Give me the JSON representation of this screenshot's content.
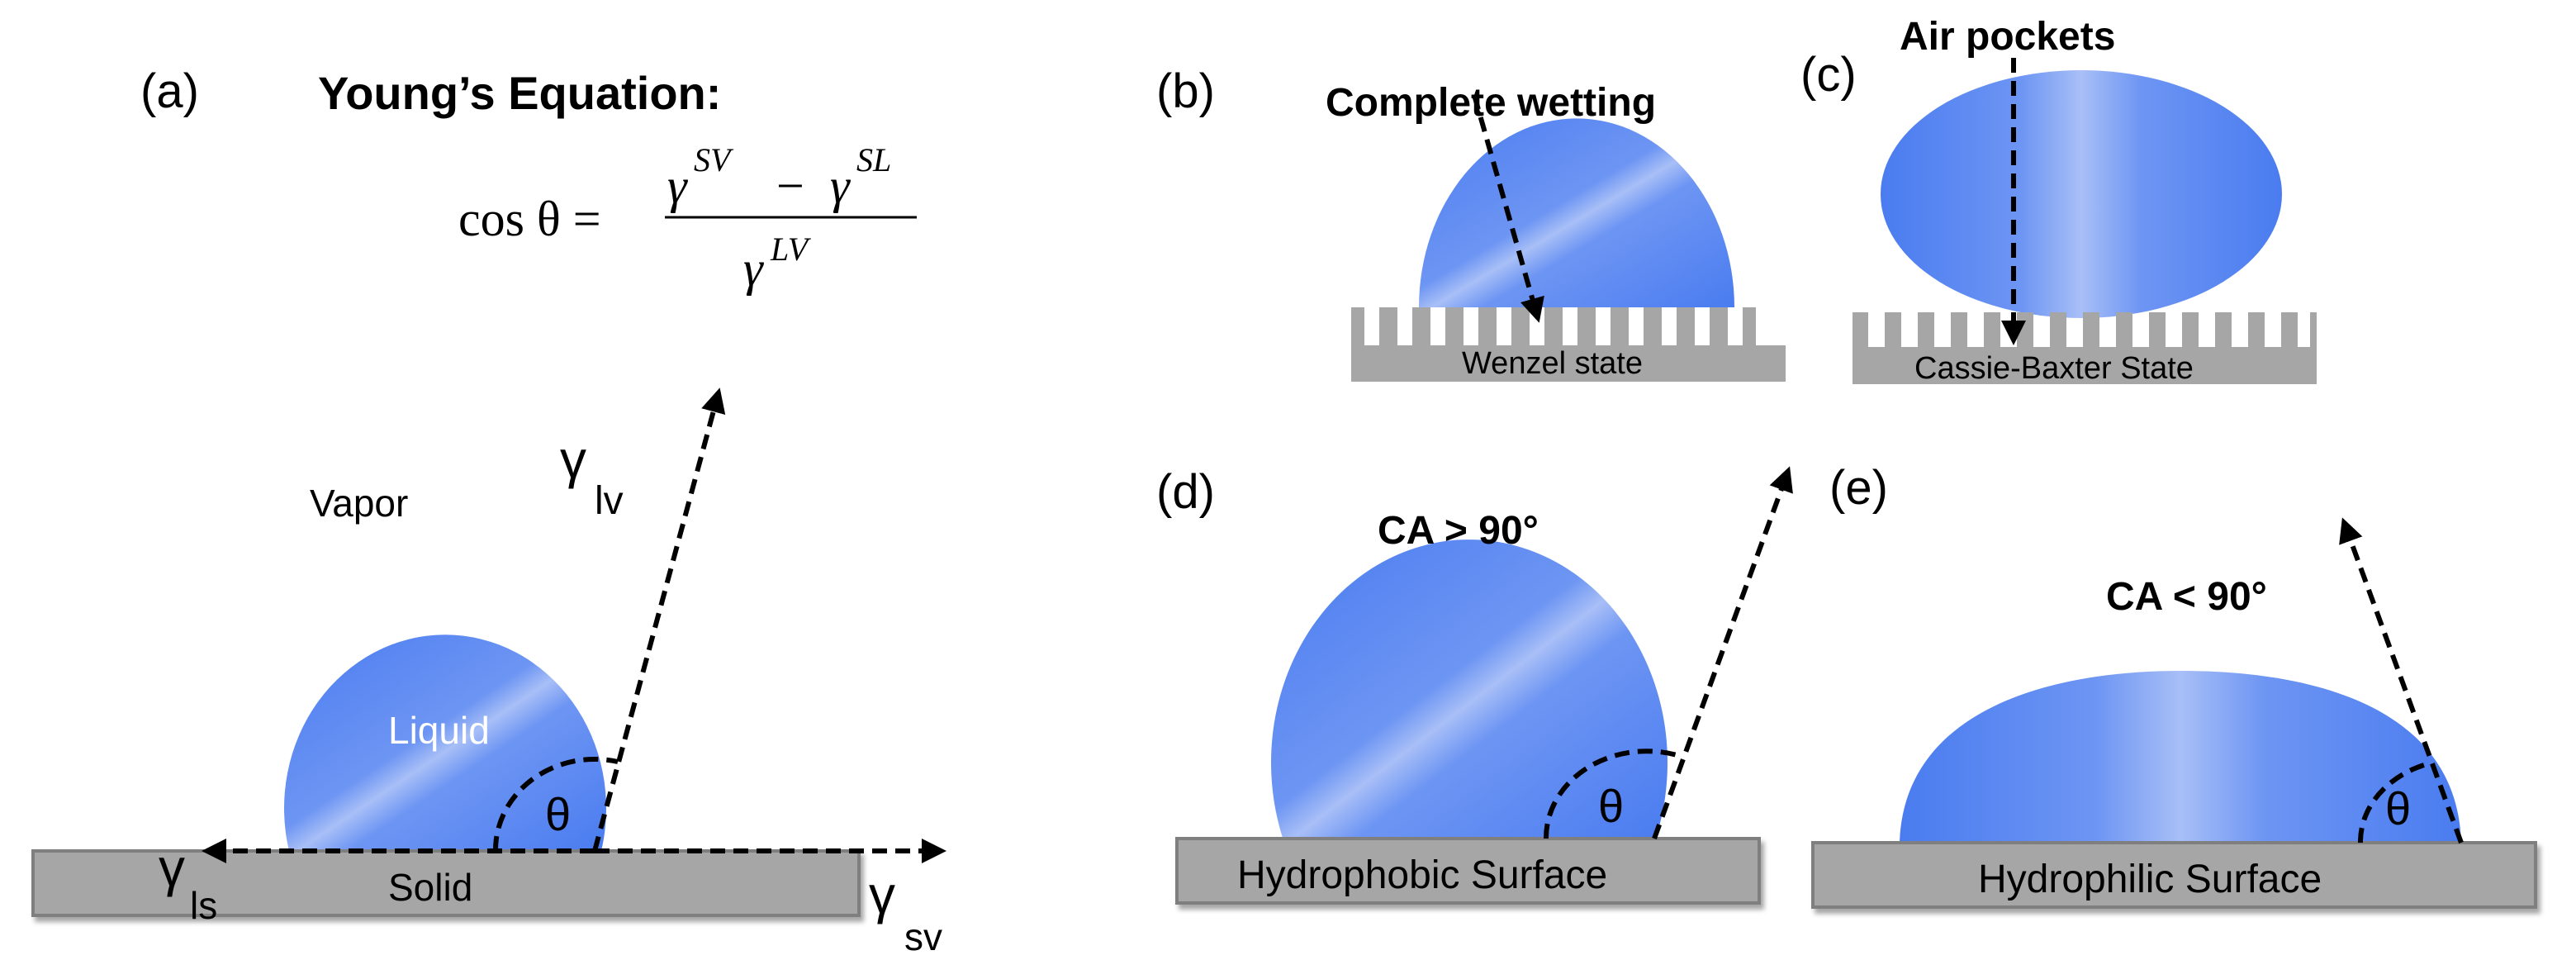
{
  "colors": {
    "drop_dark": "#4a7cf0",
    "drop_light": "#9fb8f6",
    "surface_fill": "#a6a6a6",
    "surface_stroke": "#7f7f7f",
    "dash": "#000000"
  },
  "panel_a": {
    "label": "(a)",
    "title": "Young’s Equation:",
    "equation": {
      "lhs": "cos θ =",
      "gamma": "γ",
      "sv": "SV",
      "minus": "−",
      "sl": "SL",
      "lv": "LV"
    },
    "vapor_label": "Vapor",
    "liquid_label": "Liquid",
    "solid_label": "Solid",
    "theta": "θ",
    "gamma_lv": {
      "symbol": "γ",
      "sub": "lv"
    },
    "gamma_ls": {
      "symbol": "γ",
      "sub": "ls"
    },
    "gamma_sv": {
      "symbol": "γ",
      "sub": "sv"
    }
  },
  "panel_b": {
    "label": "(b)",
    "annotation": "Complete wetting",
    "surface_label": "Wenzel state"
  },
  "panel_c": {
    "label": "(c)",
    "annotation": "Air pockets",
    "surface_label": "Cassie-Baxter State"
  },
  "panel_d": {
    "label": "(d)",
    "annotation": "CA > 90°",
    "surface_label": "Hydrophobic Surface",
    "theta": "θ"
  },
  "panel_e": {
    "label": "(e)",
    "annotation": "CA < 90°",
    "surface_label": "Hydrophilic Surface",
    "theta": "θ"
  }
}
